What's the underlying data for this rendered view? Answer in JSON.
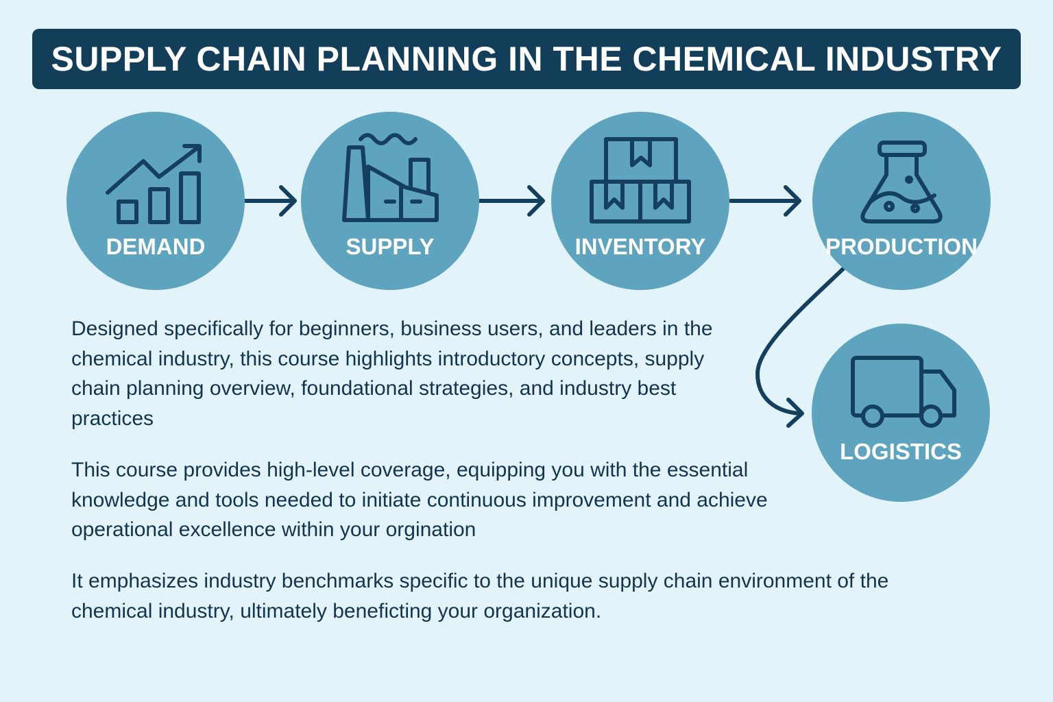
{
  "header": {
    "title": "SUPPLY CHAIN PLANNING IN THE CHEMICAL INDUSTRY"
  },
  "flow": {
    "steps": [
      {
        "label": "DEMAND",
        "icon": "growth-chart-icon"
      },
      {
        "label": "SUPPLY",
        "icon": "factory-icon"
      },
      {
        "label": "INVENTORY",
        "icon": "boxes-icon"
      },
      {
        "label": "PRODUCTION",
        "icon": "flask-icon"
      },
      {
        "label": "LOGISTICS",
        "icon": "truck-icon"
      }
    ]
  },
  "description": {
    "paragraphs": [
      "Designed specifically for beginners, business users, and leaders in the chemical industry, this course highlights introductory concepts, supply chain planning overview, foundational strategies, and industry best practices",
      "This course provides high-level coverage, equipping you with the essential knowledge and tools needed to initiate continuous improvement and achieve operational excellence within your orgination",
      "It emphasizes industry benchmarks specific to the unique supply chain environment of the chemical industry, ultimately beneficting your organization."
    ]
  },
  "colors": {
    "background": "#e2f3fa",
    "title_bar": "#123e5a",
    "circle": "#5fa4bf",
    "icon_stroke": "#143f5e",
    "text": "#12344f"
  }
}
